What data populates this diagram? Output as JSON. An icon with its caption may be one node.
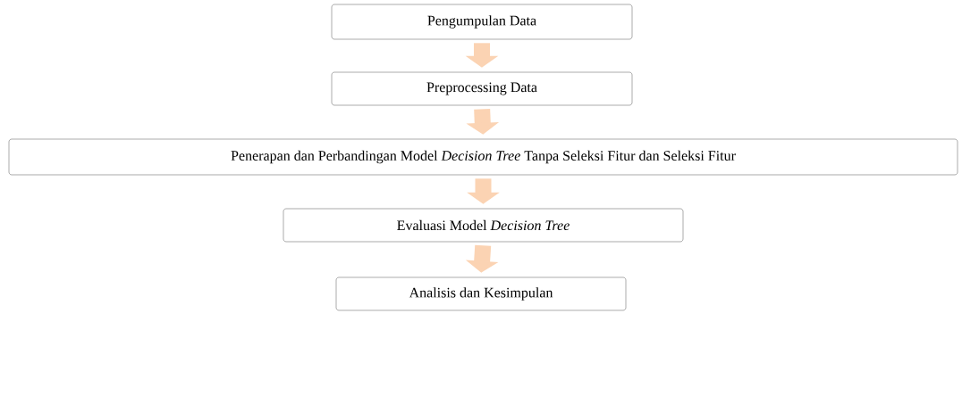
{
  "diagram": {
    "nodes": [
      {
        "text": [
          "Pengumpulan Data"
        ]
      },
      {
        "text": [
          "Preprocessing Data"
        ]
      },
      {
        "text": [
          "Penerapan dan Perbandingan Model *Decision Tree* Tanpa Seleksi Fitur dan Seleksi Fitur"
        ]
      },
      {
        "text": [
          "Evaluasi Model *Decision Tree*"
        ]
      },
      {
        "text": [
          "Analisis dan Kesimpulan"
        ]
      }
    ],
    "edges": [
      {
        "from": 0,
        "to": 1,
        "arrow": "to"
      },
      {
        "from": 1,
        "to": 2,
        "arrow": "to"
      },
      {
        "from": 2,
        "to": 3,
        "arrow": "to"
      },
      {
        "from": 3,
        "to": 4,
        "arrow": "to"
      }
    ]
  }
}
